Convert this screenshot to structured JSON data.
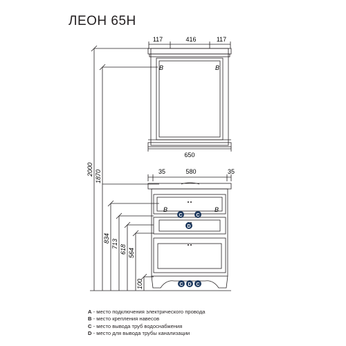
{
  "title": "ЛЕОН 65Н",
  "mirror": {
    "dims_top": [
      "117",
      "416",
      "117"
    ],
    "width": "650",
    "marker": "B"
  },
  "vanity": {
    "dims_top": [
      "35",
      "580",
      "35"
    ]
  },
  "heights": [
    "2000",
    "1870",
    "834",
    "713",
    "618",
    "564",
    "100"
  ],
  "markers": {
    "upper_drawer": [
      "B",
      "C",
      "C",
      "B"
    ],
    "middle_drawer": [
      "D"
    ],
    "base": [
      "C",
      "D",
      "C"
    ]
  },
  "legend": [
    {
      "key": "A",
      "text": " - место подключения электрического провода"
    },
    {
      "key": "B",
      "text": " - место крепления навесов"
    },
    {
      "key": "C",
      "text": " - место вывода труб водоснабжения"
    },
    {
      "key": "D",
      "text": " - место для вывода трубы канализации"
    }
  ]
}
